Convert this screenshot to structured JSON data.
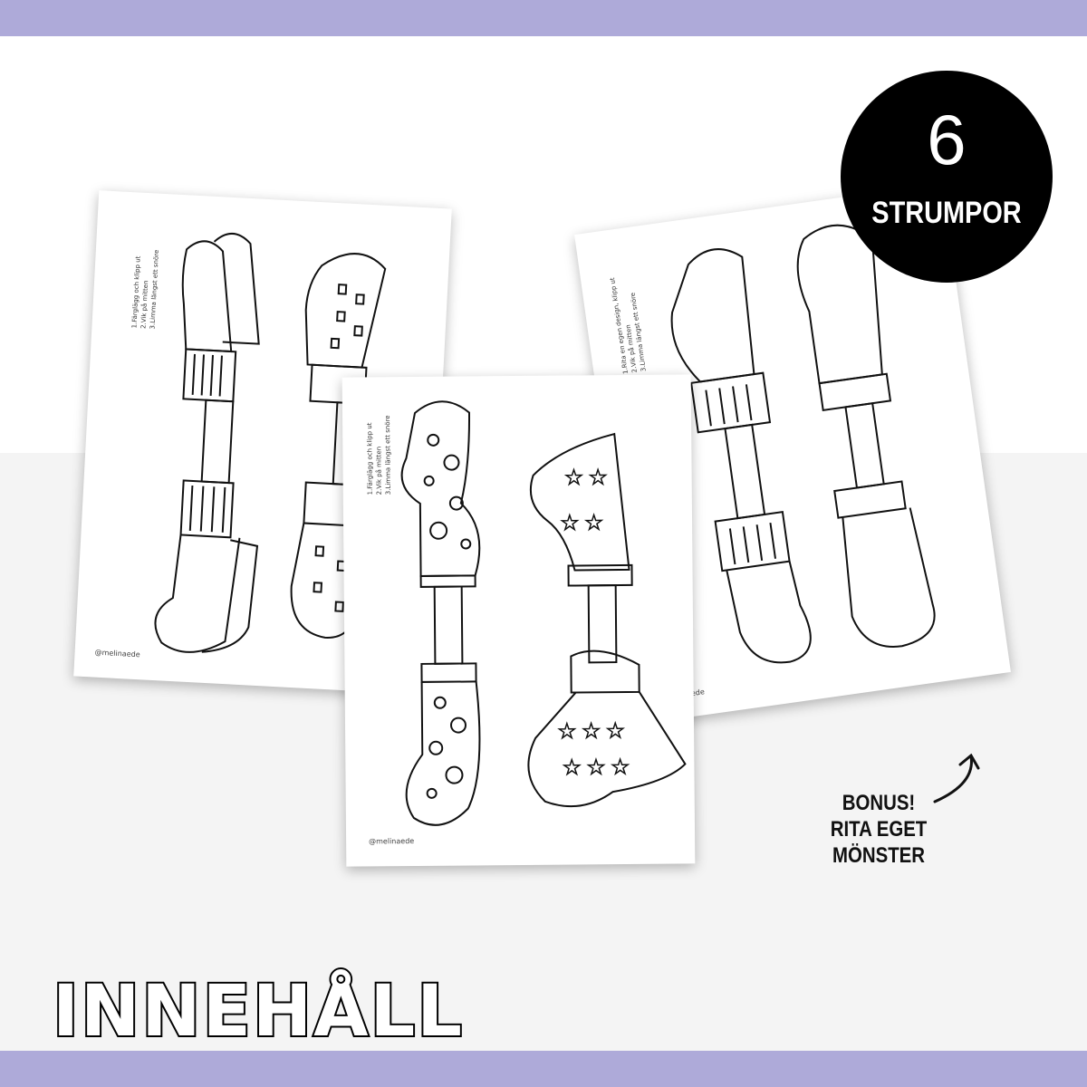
{
  "badge": {
    "number": "6",
    "label": "STRUMPOR"
  },
  "bonus": {
    "lines": [
      "BONUS!",
      "RITA EGET",
      "MÖNSTER"
    ]
  },
  "title": "INNEHÅLL",
  "sheets": [
    {
      "instructions": [
        "1.Färglägg och klipp ut",
        "2.Vik på mitten",
        "3.Limma längst ett snöre"
      ],
      "handle": "@melinaede"
    },
    {
      "instructions": [
        "1.Färglägg och klipp ut",
        "2.Vik på mitten",
        "3.Limma längst ett snöre"
      ],
      "handle": "@melinaede"
    },
    {
      "instructions": [
        "1.Rita en egen design, klipp ut",
        "2.Vik på mitten",
        "3.Limma längst ett snöre"
      ],
      "handle": "@melinaede"
    }
  ],
  "colors": {
    "band": "#aeaad9",
    "background": "#f4f4f4",
    "badge": "#000000"
  }
}
